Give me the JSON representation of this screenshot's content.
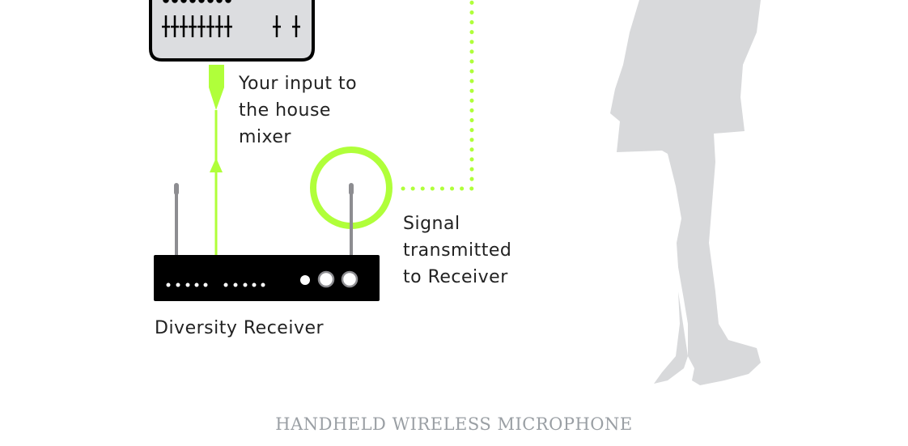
{
  "labels": {
    "mixer_input": "Your input to\nthe house\nmixer",
    "signal": "Signal\ntransmitted\nto Receiver",
    "receiver": "Diversity Receiver"
  },
  "caption": "HANDHELD WIRELESS MICROPHONE",
  "colors": {
    "accent": "#b0ff3a",
    "antenna": "#8d8d91",
    "silhouette": "#d8d9db",
    "mixer_fill": "#dcdde0"
  }
}
